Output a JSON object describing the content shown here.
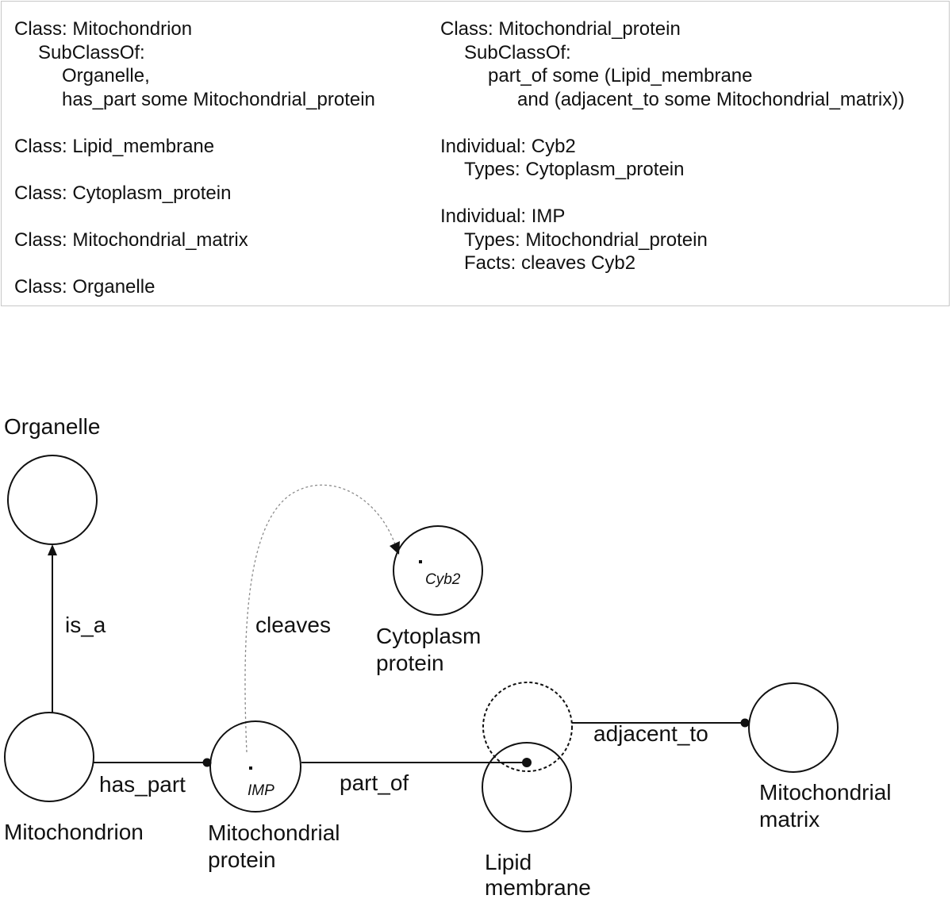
{
  "axioms": {
    "left": [
      {
        "indent": 0,
        "text": "Class: Mitochondrion"
      },
      {
        "indent": 1,
        "text": "SubClassOf:"
      },
      {
        "indent": 2,
        "text": "Organelle,"
      },
      {
        "indent": 2,
        "text": "has_part some Mitochondrial_protein"
      },
      {
        "gap": true
      },
      {
        "indent": 0,
        "text": "Class: Lipid_membrane"
      },
      {
        "gap": true
      },
      {
        "indent": 0,
        "text": "Class: Cytoplasm_protein"
      },
      {
        "gap": true
      },
      {
        "indent": 0,
        "text": "Class: Mitochondrial_matrix"
      },
      {
        "gap": true
      },
      {
        "indent": 0,
        "text": "Class: Organelle"
      }
    ],
    "right": [
      {
        "indent": 0,
        "text": "Class: Mitochondrial_protein"
      },
      {
        "indent": 1,
        "text": "SubClassOf:"
      },
      {
        "indent": 2,
        "text": "part_of some (Lipid_membrane"
      },
      {
        "indent": 3,
        "text": "and (adjacent_to some Mitochondrial_matrix))"
      },
      {
        "gap": true
      },
      {
        "indent": 0,
        "text": "Individual: Cyb2"
      },
      {
        "indent": 1,
        "text": "Types: Cytoplasm_protein"
      },
      {
        "gap": true
      },
      {
        "indent": 0,
        "text": "Individual: IMP"
      },
      {
        "indent": 1,
        "text": "Types: Mitochondrial_protein"
      },
      {
        "indent": 1,
        "text": "Facts: cleaves Cyb2"
      }
    ]
  },
  "diagram": {
    "nodes": {
      "organelle": {
        "label_lines": [
          "Organelle"
        ]
      },
      "mitochondrion": {
        "label_lines": [
          "Mitochondrion"
        ]
      },
      "mitochondrial_protein": {
        "label_lines": [
          "Mitochondrial",
          "protein"
        ],
        "individual": "IMP"
      },
      "cytoplasm_protein": {
        "label_lines": [
          "Cytoplasm",
          "protein"
        ],
        "individual": "Cyb2"
      },
      "lipid_membrane": {
        "label_lines": [
          "Lipid",
          "membrane"
        ]
      },
      "mitochondrial_matrix": {
        "label_lines": [
          "Mitochondrial",
          "matrix"
        ]
      }
    },
    "edges": {
      "is_a": "is_a",
      "has_part": "has_part",
      "part_of": "part_of",
      "adjacent_to": "adjacent_to",
      "cleaves": "cleaves"
    }
  }
}
